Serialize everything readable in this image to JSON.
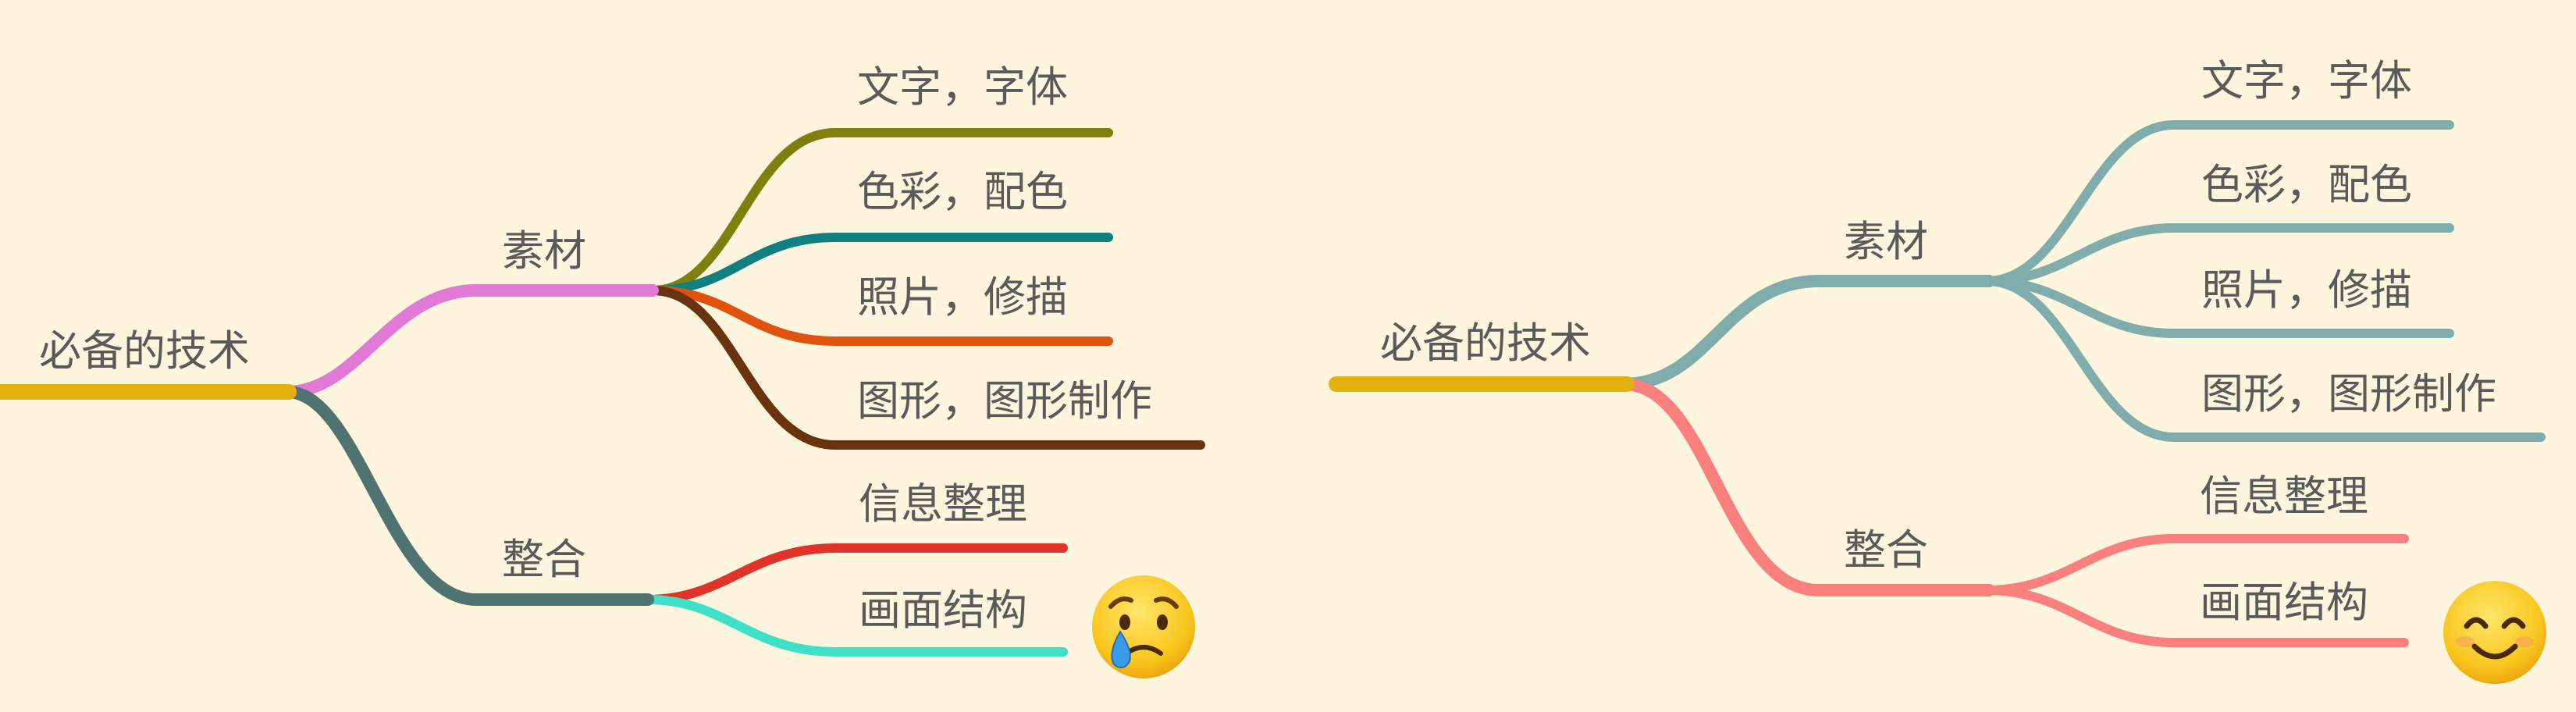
{
  "mindmaps": [
    {
      "root": {
        "label": "必备的技术",
        "color": "#e2b10f"
      },
      "branches": [
        {
          "label": "素材",
          "color": "#e07ad6",
          "children": [
            {
              "label": "文字，字体",
              "color": "#7f7f0f"
            },
            {
              "label": "色彩，配色",
              "color": "#0f7f7f"
            },
            {
              "label": "照片，修描",
              "color": "#e0530f"
            },
            {
              "label": "图形，图形制作",
              "color": "#6a330f"
            }
          ]
        },
        {
          "label": "整合",
          "color": "#4f7370",
          "children": [
            {
              "label": "信息整理",
              "color": "#e0332a"
            },
            {
              "label": "画面结构",
              "color": "#3fe0c8"
            }
          ]
        }
      ],
      "emoji": {
        "icon": "crying-face-icon",
        "glyph": "😢"
      }
    },
    {
      "root": {
        "label": "必备的技术",
        "color": "#e2b10f"
      },
      "branches": [
        {
          "label": "素材",
          "color": "#7fadab",
          "children": [
            {
              "label": "文字，字体",
              "color": "#7fadab"
            },
            {
              "label": "色彩，配色",
              "color": "#7fadab"
            },
            {
              "label": "照片，修描",
              "color": "#7fadab"
            },
            {
              "label": "图形，图形制作",
              "color": "#7fadab"
            }
          ]
        },
        {
          "label": "整合",
          "color": "#fa8080",
          "children": [
            {
              "label": "信息整理",
              "color": "#fa8080"
            },
            {
              "label": "画面结构",
              "color": "#fa8080"
            }
          ]
        }
      ],
      "emoji": {
        "icon": "smiling-face-icon",
        "glyph": "😊"
      }
    }
  ]
}
